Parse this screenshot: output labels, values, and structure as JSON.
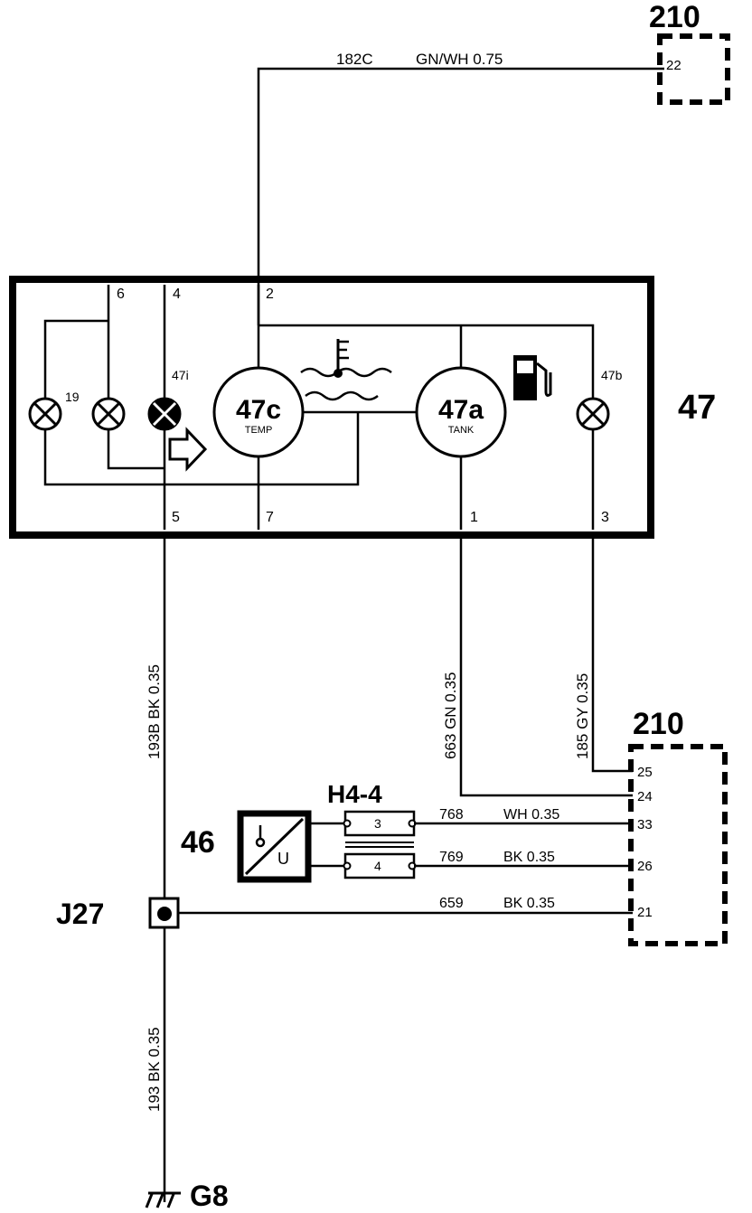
{
  "connectors": {
    "top_210": {
      "label": "210",
      "pin": "22"
    },
    "bottom_210": {
      "label": "210",
      "pins": [
        "25",
        "24",
        "33",
        "26",
        "21"
      ]
    }
  },
  "instrument": {
    "label": "47",
    "pins": {
      "p6": "6",
      "p4": "4",
      "p2": "2",
      "p5": "5",
      "p7": "7",
      "p1": "1",
      "p3": "3"
    },
    "lamp_19": "19",
    "lamp_47i": "47i",
    "lamp_47b": "47b",
    "gauge_temp": {
      "id": "47c",
      "sub": "TEMP"
    },
    "gauge_tank": {
      "id": "47a",
      "sub": "TANK"
    }
  },
  "wires": {
    "w182c": {
      "num": "182C",
      "spec": "GN/WH 0.75"
    },
    "w193b": "193B  BK  0.35",
    "w663": "663  GN 0.35",
    "w185": "185  GY 0.35",
    "w768": {
      "num": "768",
      "spec": "WH 0.35"
    },
    "w769": {
      "num": "769",
      "spec": "BK  0.35"
    },
    "w659": {
      "num": "659",
      "spec": "BK  0.35"
    },
    "w193": "193  BK  0.35"
  },
  "connector_h44": {
    "label": "H4-4",
    "pin_top": "3",
    "pin_bottom": "4"
  },
  "sensor_46": {
    "label": "46",
    "symbol": "U"
  },
  "splice": "J27",
  "ground": "G8"
}
